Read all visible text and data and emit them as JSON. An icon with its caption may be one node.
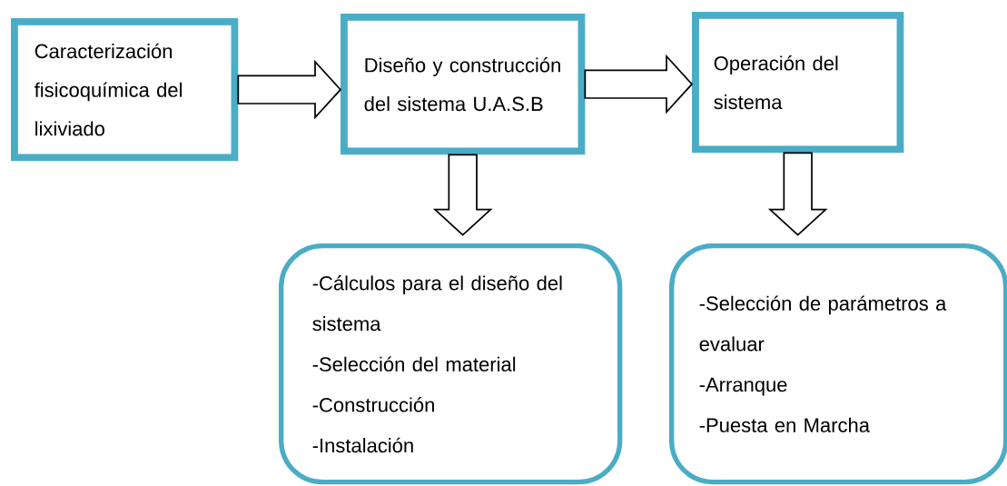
{
  "diagram": {
    "nodes": [
      {
        "text": [
          "Caracterización fisicoquímica del lixiviado"
        ]
      },
      {
        "text": [
          "Diseño y construcción del sistema U.A.S.B"
        ]
      },
      {
        "text": [
          "Operación del sistema"
        ]
      },
      {
        "text": [
          "-Cálculos para el diseño del sistema",
          "-Selección del material",
          "-Construcción",
          "-Instalación"
        ]
      },
      {
        "text": [
          "-Selección de parámetros a evaluar",
          "-Arranque",
          "-Puesta en Marcha"
        ]
      }
    ],
    "edges": [
      {
        "from": 0,
        "to": 1,
        "arrow": "to"
      },
      {
        "from": 1,
        "to": 2,
        "arrow": "to"
      },
      {
        "from": 1,
        "to": 3,
        "arrow": "to"
      },
      {
        "from": 2,
        "to": 4,
        "arrow": "to"
      }
    ]
  }
}
